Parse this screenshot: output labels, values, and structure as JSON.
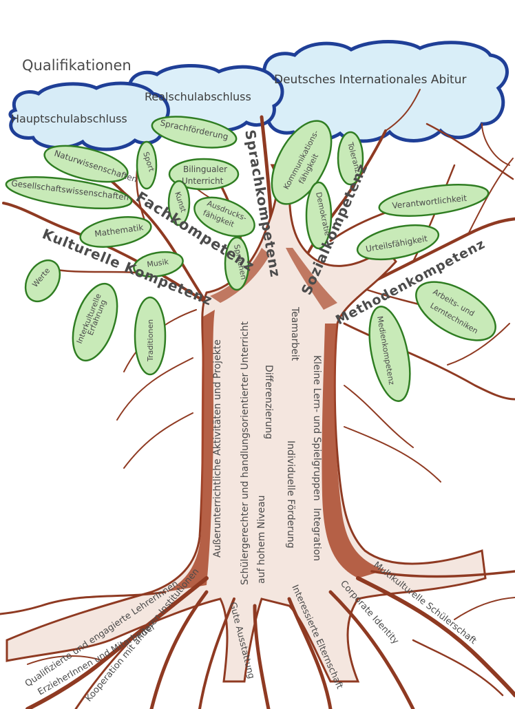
{
  "title": "Qualifikationen",
  "clouds": {
    "left": "Hauptschulabschluss",
    "middle": "Realschulabschluss",
    "right": "Deutsches Internationales Abitur"
  },
  "branches": {
    "fach": "Fachkompetenz",
    "kultur": "Kulturelle Kompetenz",
    "sprach": "Sprachkompetenz",
    "sozial": "Sozialkompetenz",
    "methoden": "Methodenkompetenz"
  },
  "leaves": {
    "naturwissenschaften": "Naturwissenschaften",
    "sport": "Sport",
    "sprachfoerderung": "Sprachförderung",
    "gesellschaft": "Gesellschaftswissenschaften",
    "bilingual_1": "Bilingualer",
    "bilingual_2": "Unterricht",
    "kunst": "Kunst",
    "ausdruck_1": "Ausdrucks-",
    "ausdruck_2": "fähigkeit",
    "mathematik": "Mathematik",
    "musik": "Musik",
    "sprachen": "Sprachen",
    "werte": "Werte",
    "interkulturell_1": "Interkulturelle",
    "interkulturell_2": "Erfahrung",
    "traditionen": "Traditionen",
    "kommunikation_1": "Kommunikations-",
    "kommunikation_2": "fähigkeit",
    "toleranz": "Toleranz",
    "demokratie": "Demokratie",
    "verantwortlichkeit": "Verantwortlichkeit",
    "urteil": "Urteilsfähigkeit",
    "arbeits_1": "Arbeits- und",
    "arbeits_2": "Lerntechniken",
    "medien": "Medienkompetenz"
  },
  "trunk": {
    "aktivitaeten": "Außerunterrichtliche Aktivitäten und Projekte",
    "unterricht": "Schülergerechter und handlungsorientierter Unterricht",
    "niveau": "auf hohem Niveau",
    "differenzierung": "Differenzierung",
    "teamarbeit": "Teamarbeit",
    "foerderung": "Individuelle Förderung",
    "lerngruppen": "Kleine Lern- und Spielgruppen",
    "integration": "Integration"
  },
  "roots": {
    "lehrer": "Qualifizierte und engagierte LehrerInnen",
    "erzieher": "ErzieherInnen und Mitarbeiter",
    "kooperation": "Kooperation mit anderen Institutionen",
    "ausstattung": "Gute Ausstattung",
    "eltern": "Interessierte Elternschaft",
    "corporate": "Corporate Identity",
    "multikulti": "Multikulturelle Schülerschaft"
  },
  "colors": {
    "bark": "#8f3a22",
    "bark_dark": "#6e2814",
    "leaf_fill": "#c8eab8",
    "leaf_edge": "#2f7d22",
    "cloud_fill": "#d7ecf7",
    "cloud_edge": "#1f3f97"
  }
}
